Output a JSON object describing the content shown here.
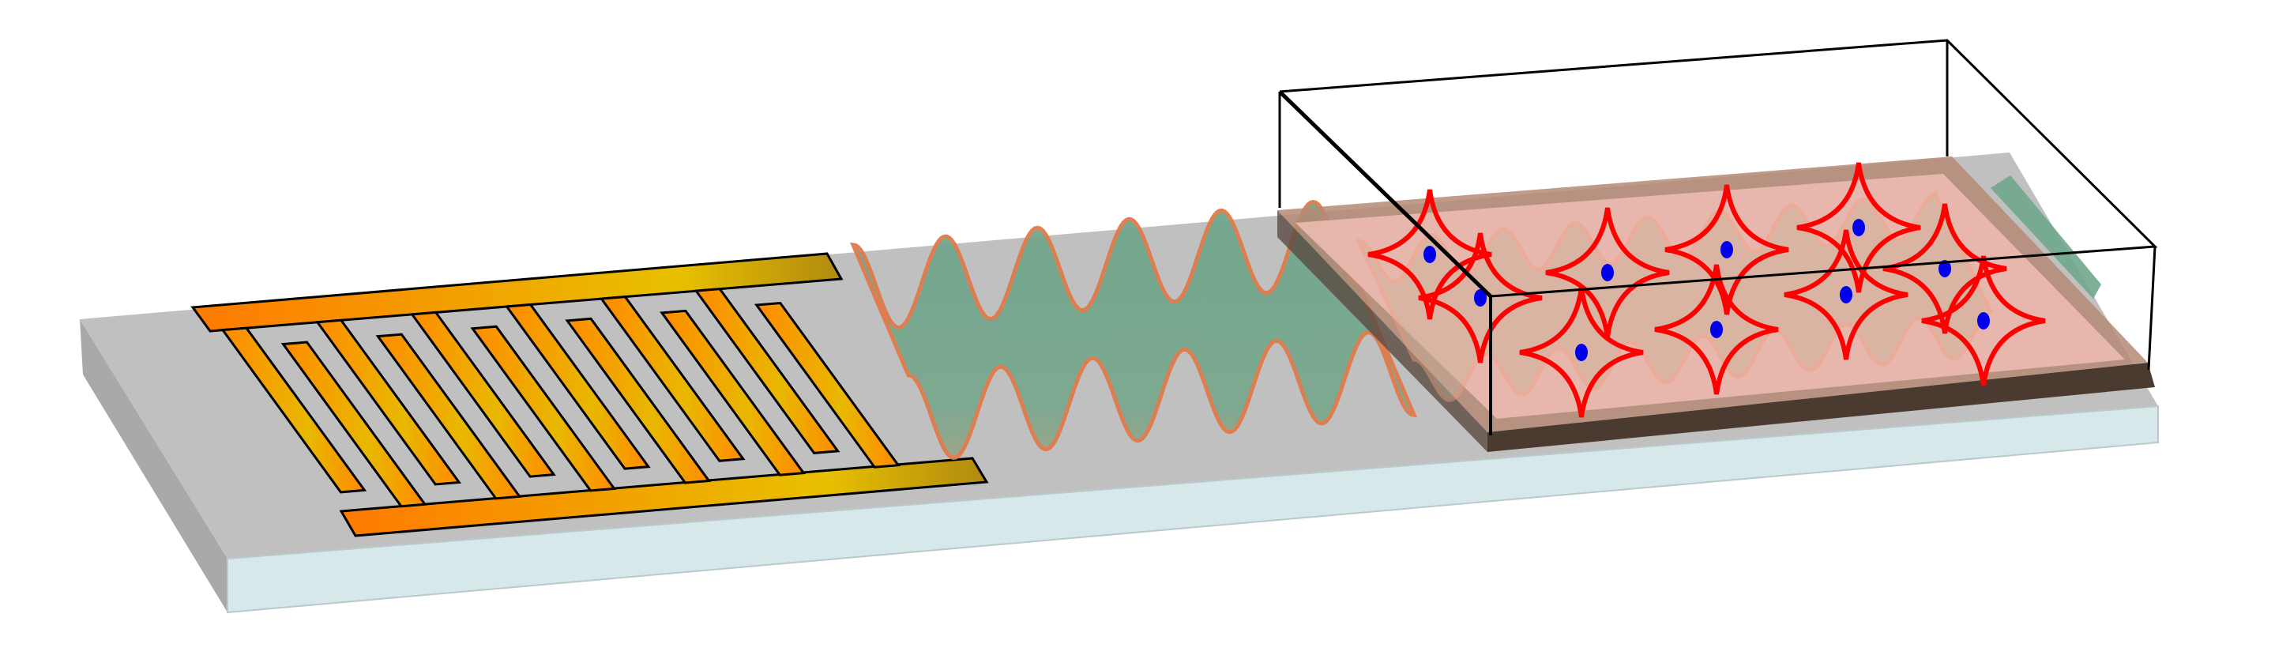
{
  "diagram": {
    "components": [
      "substrate",
      "interdigital-transducer",
      "surface-acoustic-wave",
      "cell-culture-dish",
      "chamber-box",
      "cells"
    ],
    "colors": {
      "substrate_top": "#c0c0c0",
      "substrate_front": "#d7e8ea",
      "electrode_start": "#ff7a00",
      "electrode_end": "#e8c000",
      "wave": "#6fa78c",
      "wave_edge": "#e07a4a",
      "dish_rim": "#9b7a66",
      "dish_side": "#4a3a30",
      "dish_fill": "#e7b3aa",
      "cell_outline": "#ff0000",
      "cell_nucleus": "#0000ee",
      "box_line": "#000000"
    }
  }
}
